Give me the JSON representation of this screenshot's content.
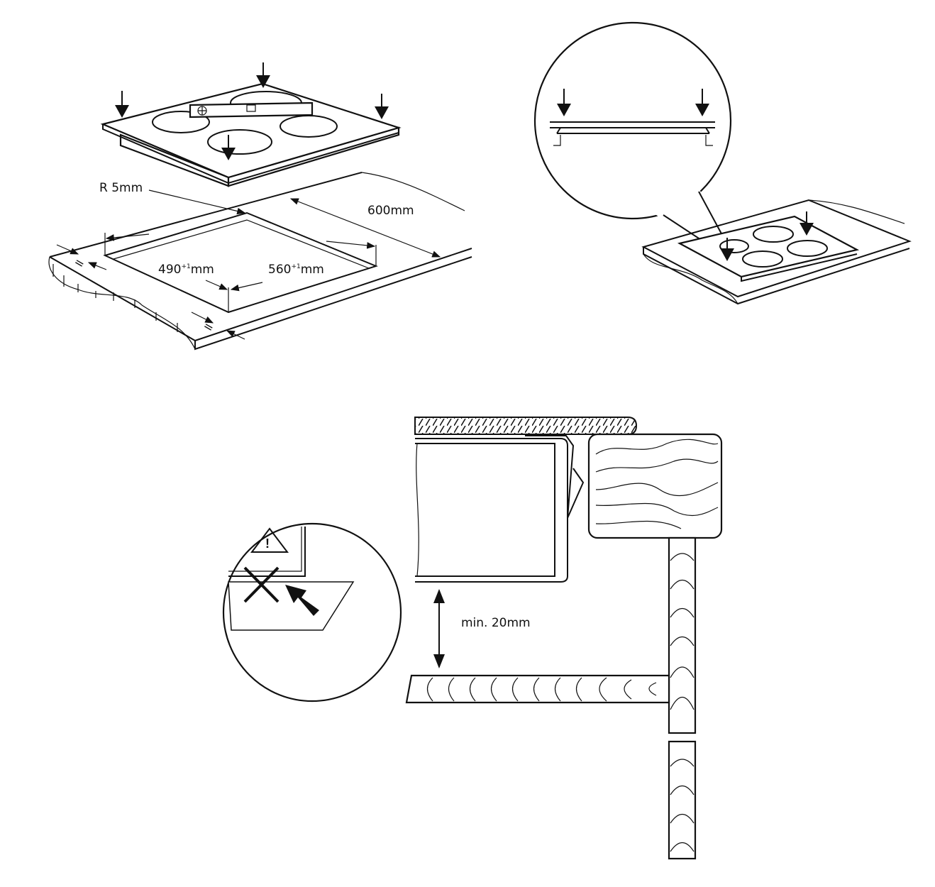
{
  "figure_top_left": {
    "radius_label": "R 5mm",
    "depth_label": "600mm",
    "cutout_depth_label": "490",
    "cutout_depth_tolerance": "+1",
    "cutout_width_label": "560",
    "cutout_width_tolerance": "+1",
    "unit": "mm",
    "equal_mark": "="
  },
  "figure_bottom": {
    "clearance_label": "min. 20mm"
  }
}
